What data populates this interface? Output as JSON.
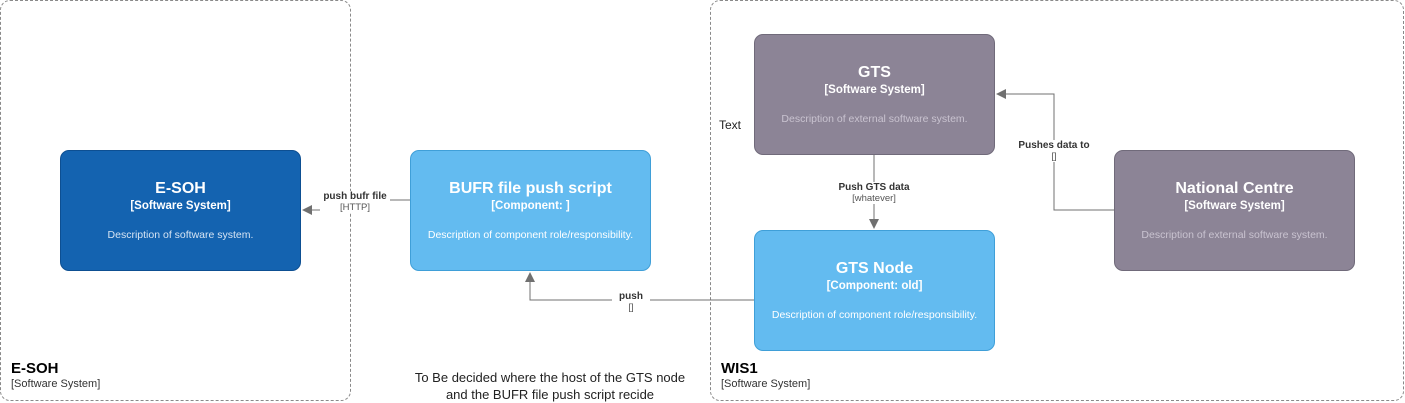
{
  "boundaries": {
    "esoh": {
      "name": "E-SOH",
      "type": "[Software System]"
    },
    "wis1": {
      "name": "WIS1",
      "type": "[Software System]"
    }
  },
  "nodes": {
    "esoh": {
      "title": "E-SOH",
      "type": "[Software System]",
      "description": "Description of software system.",
      "color": "#1463b0"
    },
    "bufr": {
      "title": "BUFR file push script",
      "type": "[Component: ]",
      "description": "Description of component role/responsibility.",
      "color": "#63bbf0"
    },
    "gts": {
      "title": "GTS",
      "type": "[Software System]",
      "description": "Description of external software system.",
      "color": "#8c8496"
    },
    "gts_node": {
      "title": "GTS Node",
      "type": "[Component: old]",
      "description": "Description of component role/responsibility.",
      "color": "#63bbf0"
    },
    "national_centre": {
      "title": "National Centre",
      "type": "[Software System]",
      "description": "Description of external software system.",
      "color": "#8c8496"
    }
  },
  "edges": {
    "push_bufr": {
      "label": "push bufr file",
      "tech": "[HTTP]"
    },
    "push_gts": {
      "label": "Push GTS data",
      "tech": "[whatever]"
    },
    "pushes_data": {
      "label": "Pushes data to",
      "tech": "[]"
    },
    "push": {
      "label": "push",
      "tech": "[]"
    }
  },
  "free_text": "Text",
  "note": {
    "line1": "To Be decided where the host of the GTS node",
    "line2": "and the BUFR file push script recide"
  }
}
